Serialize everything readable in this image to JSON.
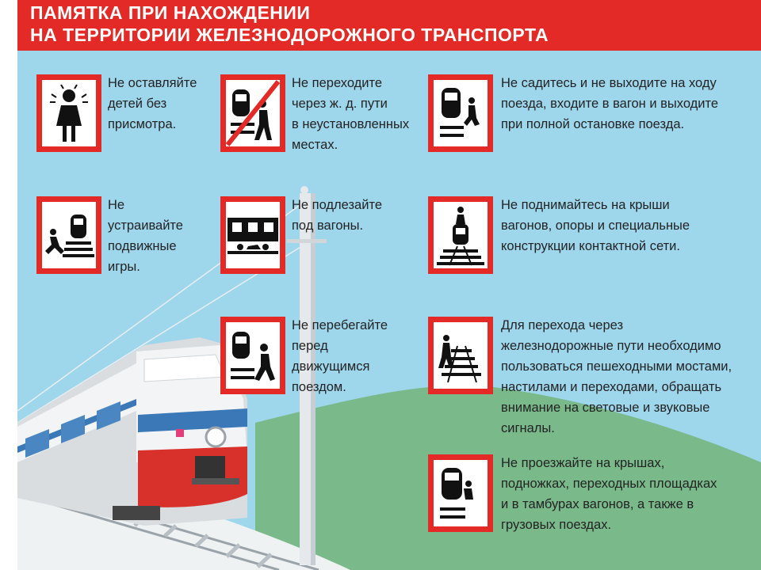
{
  "header": {
    "line1": "ПАМЯТКА ПРИ НАХОЖДЕНИИ",
    "line2": "НА ТЕРРИТОРИИ ЖЕЛЕЗНОДОРОЖНОГО ТРАНСПОРТА"
  },
  "colors": {
    "brand_red": "#e32a26",
    "sky": "#9ed6ec",
    "hill": "#79b98a"
  },
  "rules": [
    {
      "lines": [
        "Не оставляйте",
        "детей без",
        "присмотра."
      ],
      "icon": "child-crying-icon"
    },
    {
      "lines": [
        "Не переходите",
        "через ж. д. пути",
        "в неустановленных",
        "местах."
      ],
      "icon": "no-crossing-tracks-icon"
    },
    {
      "lines": [
        "Не садитесь и не выходите на ходу",
        "поезда, входите в вагон и выходите",
        "при полной остановке поезда."
      ],
      "icon": "jumping-from-train-icon"
    },
    {
      "lines": [
        "Не",
        "устраивайте",
        "подвижные",
        "игры."
      ],
      "icon": "running-near-train-icon"
    },
    {
      "lines": [
        "Не подлезайте",
        "под вагоны."
      ],
      "icon": "crawling-under-wagon-icon"
    },
    {
      "lines": [
        "Не поднимайтесь на крыши",
        "вагонов, опоры и специальные",
        "конструкции контактной сети."
      ],
      "icon": "climbing-train-roof-icon"
    },
    {
      "lines": [
        "Не перебегайте",
        "перед",
        "движущимся",
        "поездом."
      ],
      "icon": "running-in-front-of-train-icon"
    },
    {
      "lines": [
        "Для перехода через",
        "железнодорожные пути необходимо",
        "пользоваться пешеходными мостами,",
        "настилами и переходами, обращать",
        "внимание на световые и звуковые",
        "сигналы."
      ],
      "icon": "pedestrian-crossing-icon"
    },
    {
      "lines": [
        "Не проезжайте на крышах,",
        "подножках, переходных площадках",
        "и в тамбурах вагонов, а также в",
        "грузовых поездах."
      ],
      "icon": "riding-outside-train-icon"
    }
  ]
}
